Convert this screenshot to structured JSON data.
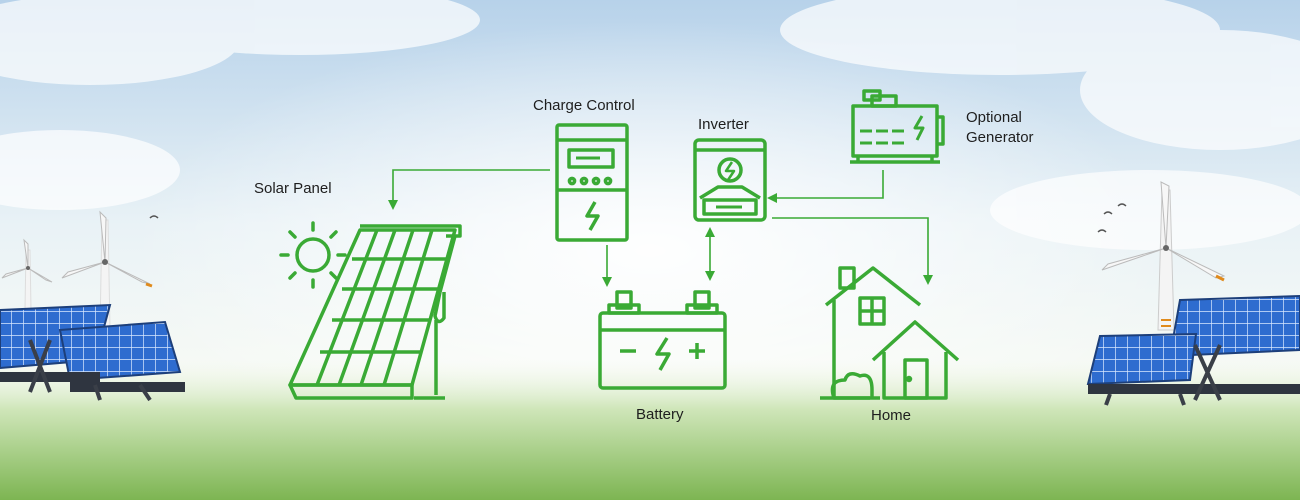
{
  "diagram": {
    "labels": {
      "solar_panel": "Solar Panel",
      "charge_control": "Charge Control",
      "inverter": "Inverter",
      "optional_generator_line1": "Optional",
      "optional_generator_line2": "Generator",
      "battery": "Battery",
      "home": "Home"
    }
  },
  "colors": {
    "accent": "#3aaa35",
    "sky_top": "#b9d4ea",
    "grass": "#8cc26b",
    "panel_blue": "#2f6fd0",
    "text": "#1e1e1e"
  },
  "icons": [
    "solar-panel-icon",
    "sun-icon",
    "charge-controller-icon",
    "inverter-icon",
    "generator-icon",
    "battery-icon",
    "home-icon",
    "wind-turbine-icon",
    "bird-icon"
  ]
}
